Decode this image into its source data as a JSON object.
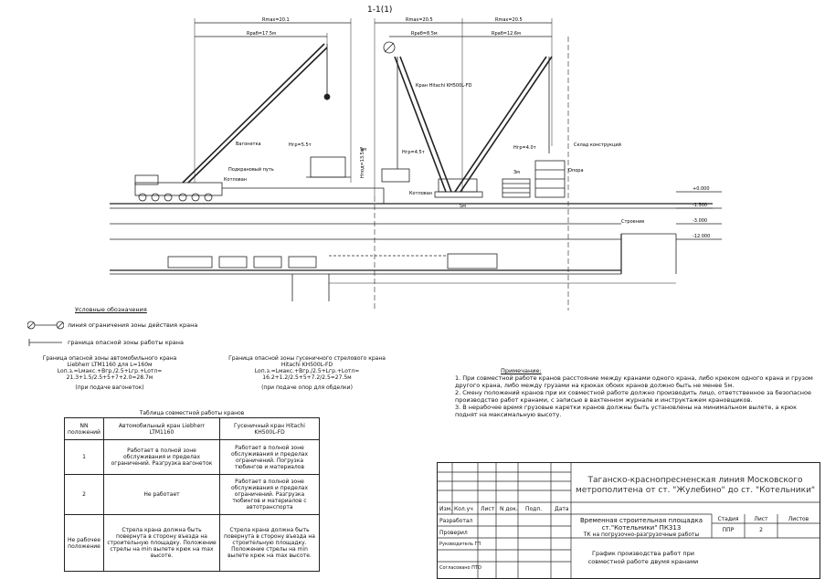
{
  "sheet_title": "1-1(1)",
  "drawing": {
    "dim_top_left": "Rmax=20.1",
    "dim_left_reach": "Rраб=17.5м",
    "dim_top_mid": "Rmax=20.5",
    "dim_mid_reach": "Rраб=8.5м",
    "dim_top_right": "Rmax=20.5",
    "dim_right_reach": "Rраб=12.6м",
    "crane_right_name": "Кран Hitachi KH500L-FD",
    "load_left": "Нгр=5.5т",
    "load_mid": "Нгр=4.5т",
    "load_right": "Нгр=4.0т",
    "label_railcar": "Вагонетка",
    "label_rail": "Подкрановый путь",
    "label_pit": "Котлован",
    "label_pit_mid": "Котлован",
    "label_storage": "Склад конструкций",
    "label_support": "Опора",
    "label_building": "Строение",
    "dim_5m_a": "5м",
    "dim_5m_b": "5м",
    "dim_3m": "3м",
    "height_left": "Hпод=13.5м",
    "elev_1": "+0.000",
    "elev_2": "-1.500",
    "elev_3": "-3.000",
    "elev_4": "-12.000"
  },
  "legend": {
    "title": "Условные обозначения",
    "item1": "линия ограничения зоны действия крана",
    "item2": "граница опасной зоны работы крана"
  },
  "formula_left": {
    "title": "Граница опасной зоны автомобильного крана",
    "subtitle": "Liebherr LTM1160 для L=160м",
    "line1": "Lоп.з.=Lмакс.+Bгр./2.5+Lгр.+Lотл=",
    "line2": "21.3+1.5/2.5+5+7+2.0=28.7м",
    "note": "(при подаче вагонеток)"
  },
  "formula_right": {
    "title": "Граница опасной зоны гусеничного стрелового крана",
    "subtitle": "Hitachi KH500L-FD",
    "line1": "Lоп.з.=Lмакс.+Bгр./2.5+Lгр.+Lотл=",
    "line2": "16.2+1.2/2.5+5+7.2/2.5=27.5м",
    "note": "(при подаче опор для обделки)"
  },
  "table": {
    "title": "Таблица совместной работы кранов",
    "headers": [
      "NN положений",
      "Автомобильный кран Liebherr LTM1160",
      "Гусеничный кран Hitachi KH500L-FD"
    ],
    "rows": [
      [
        "1",
        "Работает в полной зоне обслуживания и пределах ограничений. Разгрузка вагонеток",
        "Работает в полной зоне обслуживания и пределах ограничений. Погрузка тюбингов и материалов"
      ],
      [
        "2",
        "Не работает",
        "Работает в полной зоне обслуживания и пределах ограничений. Разгрузка тюбингов и материалов с автотранспорта"
      ],
      [
        "Не рабочее положение",
        "Стрела крана должна быть повернута в сторону въезда на строительную площадку. Положение стрелы на min вылете крюк на max высоте.",
        "Стрела крана должна быть повернута в сторону въезда на строительную площадку. Положение стрелы на min вылете крюк на max высоте."
      ]
    ]
  },
  "notes": {
    "title": "Примечание:",
    "n1": "1. При совместной работе кранов расстояние между кранами одного крана, либо крюком одного крана и грузом другого крана, либо между грузами на крюках обоих кранов должно быть не менее 5м.",
    "n2": "2. Смену положений кранов при их совместной работе должно производить лицо, ответственное за безопасное производство работ кранами, с записью в вахтенном журнале и инструктажем крановщиков.",
    "n3": "3. В нерабочее время грузовые каретки кранов должны быть установлены на минимальном вылете, а крюк поднят на максимальную высоту."
  },
  "stamp": {
    "project": "Таганско-краснопресненская линия Московского метрополитена от ст. \"Жулебино\" до ст. \"Котельники\"",
    "col_izm": "Изм.",
    "col_kuch": "Кол.уч",
    "col_list": "Лист",
    "col_ndok": "N док.",
    "col_podp": "Подп.",
    "col_data": "Дата",
    "r_razrab": "Разработал",
    "r_prover": "Проверил",
    "r_gip": "Руководитель ГП",
    "r_soglas": "Согласовано ПТО",
    "object": "Временная строительная площадка ст.\"Котельники\" ПК313",
    "object2": "ТК на погрузочно-разгрузочные работы",
    "stage_h": "Стадия",
    "list_h": "Лист",
    "lists_h": "Листов",
    "stage": "ППР",
    "list": "2",
    "lists": "",
    "sheet_name": "График производства работ при совместной работе двумя кранами"
  }
}
